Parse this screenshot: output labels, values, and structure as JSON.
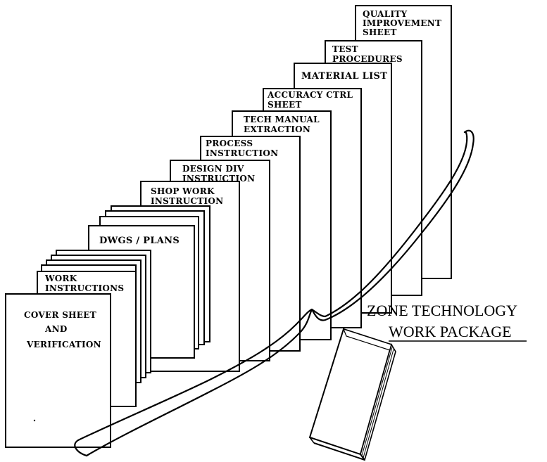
{
  "diagram": {
    "title_line1": "ZONE TECHNOLOGY",
    "title_line2": "WORK PACKAGE",
    "documents": {
      "cover_sheet": [
        "COVER SHEET",
        "AND",
        "VERIFICATION"
      ],
      "work_instructions": [
        "WORK",
        "INSTRUCTIONS"
      ],
      "dwgs_plans": [
        "DWGS / PLANS"
      ],
      "shop_work_instruction": [
        "SHOP WORK",
        "INSTRUCTION"
      ],
      "design_div_instruction": [
        "DESIGN DIV",
        "INSTRUCTION"
      ],
      "process_instruction": [
        "PROCESS",
        "INSTRUCTION"
      ],
      "tech_manual_extraction": [
        "TECH MANUAL",
        "EXTRACTION"
      ],
      "accuracy_ctrl_sheet": [
        "ACCURACY CTRL",
        "SHEET"
      ],
      "material_list": [
        "MATERIAL LIST"
      ],
      "test_procedures": [
        "TEST",
        "PROCEDURES"
      ],
      "quality_improvement_sheet": [
        "QUALITY",
        "IMPROVEMENT",
        "SHEET"
      ]
    }
  }
}
